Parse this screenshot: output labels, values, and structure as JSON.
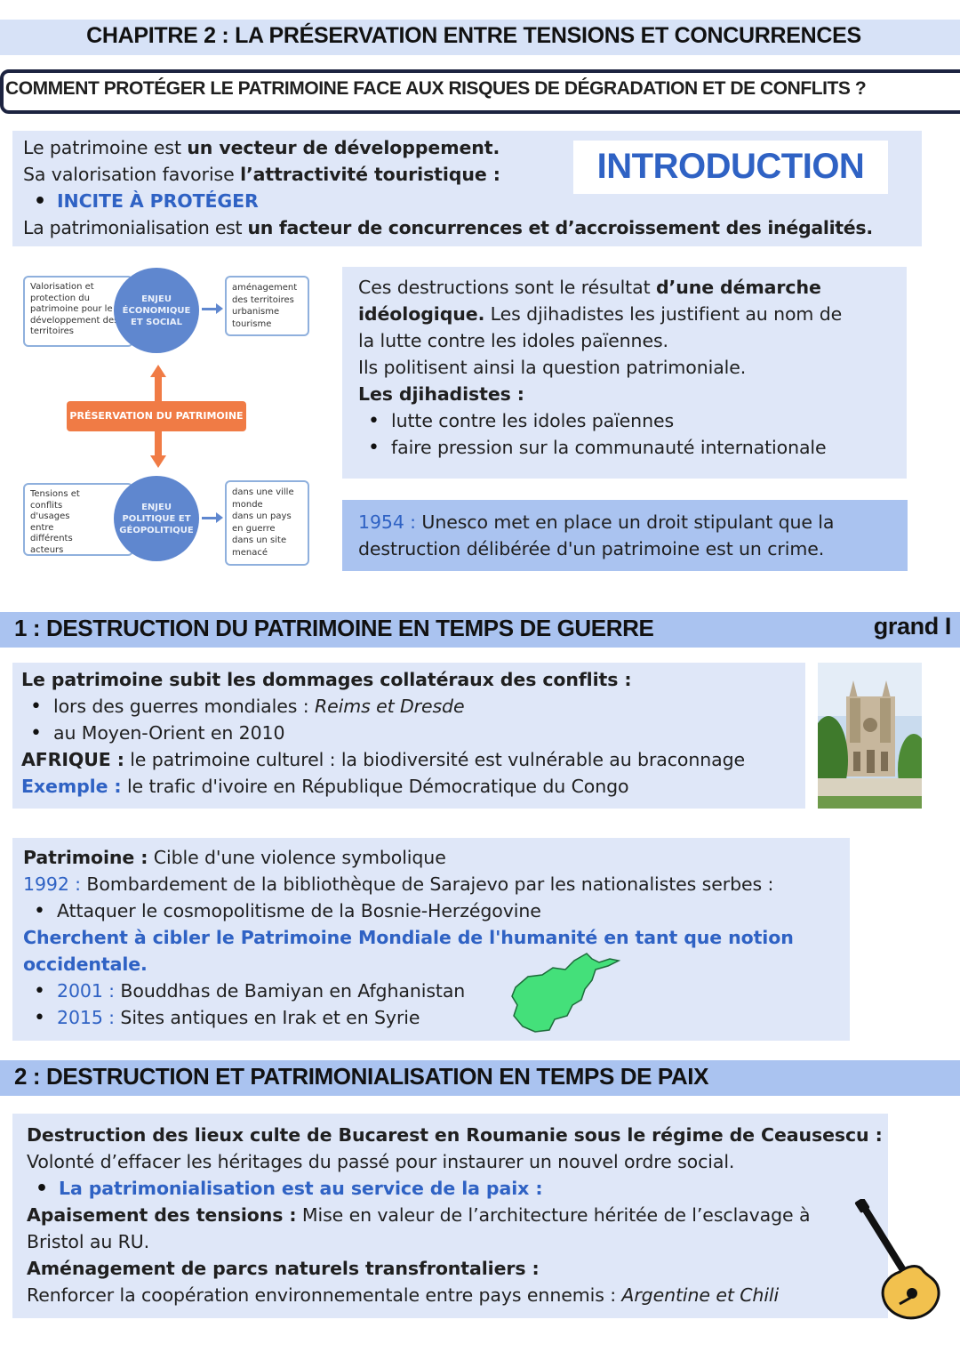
{
  "header": {
    "chapter_title": "CHAPITRE 2 : LA PRÉSERVATION ENTRE TENSIONS ET CONCURRENCES",
    "question": "COMMENT PROTÉGER LE PATRIMOINE FACE AUX RISQUES DE DÉGRADATION ET DE CONFLITS ?"
  },
  "intro": {
    "label": "INTRODUCTION",
    "l1_a": "Le patrimoine est ",
    "l1_b": "un vecteur de développement.",
    "l2_a": "Sa valorisation favorise ",
    "l2_b": "l’attractivité touristique :",
    "bullet": "INCITE À PROTÉGER",
    "l4_a": "La patrimonialisation est ",
    "l4_b": "un facteur de concurrences et d’accroissement des inégalités."
  },
  "diagram": {
    "top_left_box": "Valorisation et protection du patrimoine pour le développement des territoires",
    "top_circle": "ENJEU ÉCONOMIQUE ET SOCIAL",
    "top_right_items": [
      "aménagement des territoires",
      "urbanisme",
      "tourisme"
    ],
    "center": "PRÉSERVATION DU PATRIMOINE",
    "bottom_left_box": "Tensions et conflits d'usages entre différents acteurs",
    "bottom_circle": "ENJEU POLITIQUE ET GÉOPOLITIQUE",
    "bottom_right_items": [
      "dans une ville monde",
      "dans un pays en guerre",
      "dans un site menacé"
    ]
  },
  "djihad": {
    "l1_a": "Ces destructions sont le résultat ",
    "l1_b": "d’une démarche",
    "l2_a": "idéologique.",
    "l2_b": " Les djihadistes les justifient au nom de",
    "l3": "la lutte contre les idoles païennes.",
    "l4": "Ils politisent ainsi la question patrimoniale.",
    "l5": "Les djihadistes :",
    "b1": "lutte contre les idoles païennes",
    "b2": "faire pression sur la communauté internationale"
  },
  "unesco": {
    "year": "1954 :",
    "l1": " Unesco met en place un droit stipulant que la",
    "l2": "destruction délibérée d'un patrimoine est un crime."
  },
  "section1": {
    "title": "1 : DESTRUCTION DU PATRIMOINE EN TEMPS DE GUERRE",
    "tag": "grand I",
    "box1": {
      "l1": "Le patrimoine subit les dommages collatéraux des conflits :",
      "b1_a": "lors des guerres mondiales : ",
      "b1_b": "Reims et Dresde",
      "b2": "au Moyen-Orient en 2010",
      "l4_a": "AFRIQUE :",
      "l4_b": " le patrimoine culturel : la biodiversité est vulnérable au braconnage",
      "l5_a": "Exemple :",
      "l5_b": " le trafic d'ivoire en République Démocratique du Congo"
    },
    "box2": {
      "l1_a": "Patrimoine :",
      "l1_b": " Cible d'une violence symbolique",
      "l2_a": "1992 :",
      "l2_b": " Bombardement de la bibliothèque de Sarajevo par les nationalistes serbes :",
      "b1": "Attaquer le cosmopolitisme de la Bosnie-Herzégovine",
      "l4": "Cherchent à cibler le Patrimoine Mondiale de l'humanité en tant que notion",
      "l5": "occidentale.",
      "b2_a": "2001 :",
      "b2_b": " Bouddhas de Bamiyan en Afghanistan",
      "b3_a": "2015 :",
      "b3_b": " Sites antiques en Irak et en Syrie"
    }
  },
  "section2": {
    "title": "2 : DESTRUCTION ET PATRIMONIALISATION EN TEMPS DE PAIX",
    "l1": "Destruction des lieux culte de Bucarest en Roumanie sous le régime de Ceausescu :",
    "l2": "Volonté d’effacer les héritages du passé pour instaurer un nouvel ordre social.",
    "b1": "La patrimonialisation est au service de la paix :",
    "l4_a": "Apaisement des tensions :",
    "l4_b": " Mise en valeur de l’architecture héritée de l’esclavage à",
    "l5": "Bristol au RU.",
    "l6": "Aménagement de parcs naturels transfrontaliers :",
    "l7_a": "Renforcer la coopération environnementale entre pays ennemis : ",
    "l7_b": "Argentine et Chili"
  },
  "colors": {
    "accent_blue": "#2f62c4",
    "light_panel": "#dfe7f8",
    "medium_panel": "#aac3f0",
    "diagram_orange": "#f07b45",
    "afghanistan_green": "#44e07a",
    "guitar_yellow": "#f2c14e"
  }
}
